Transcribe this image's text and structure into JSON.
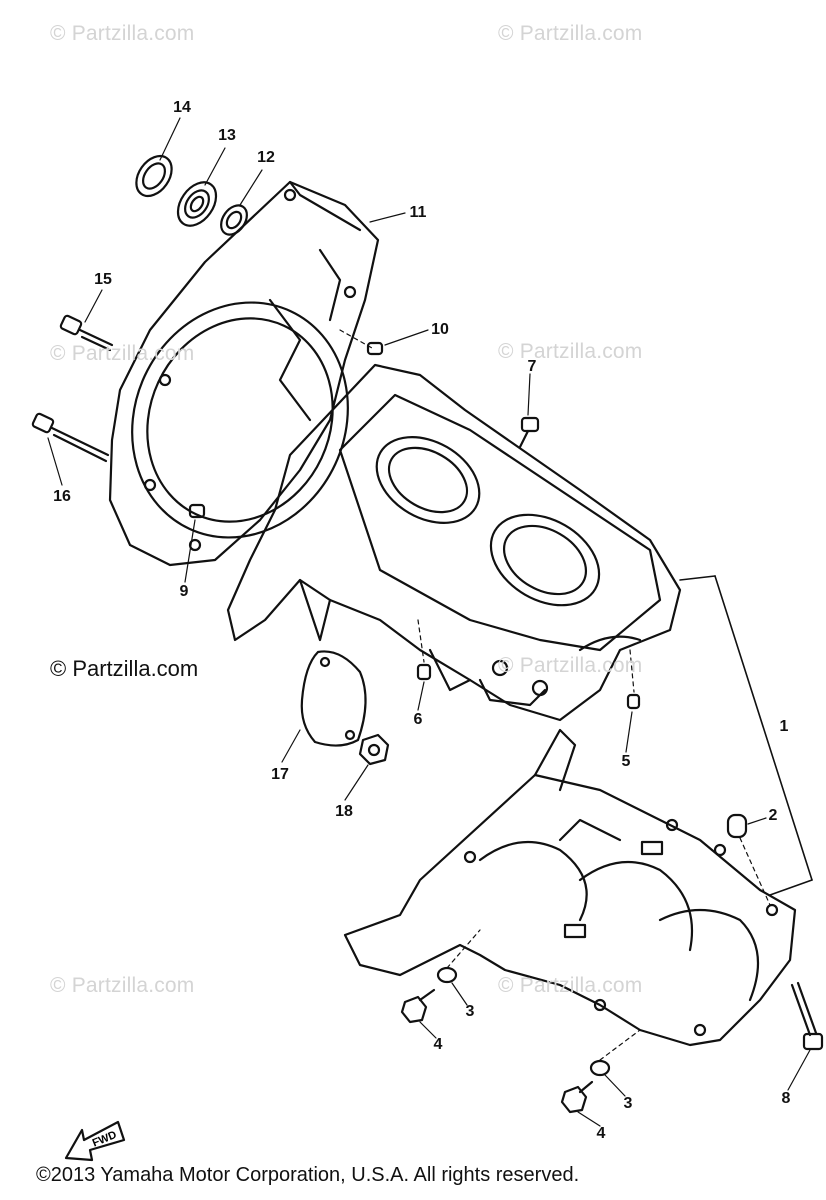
{
  "watermarks": [
    "© Partzilla.com",
    "© Partzilla.com",
    "© Partzilla.com",
    "© Partzilla.com",
    "© Partzilla.com",
    "© Partzilla.com",
    "© Partzilla.com"
  ],
  "watermark_strong": "© Partzilla.com",
  "callouts": [
    "14",
    "13",
    "12",
    "11",
    "15",
    "10",
    "7",
    "16",
    "9",
    "6",
    "5",
    "1",
    "17",
    "18",
    "2",
    "3",
    "4",
    "3",
    "4",
    "8"
  ],
  "fwd_label": "FWD",
  "copyright": "©2013 Yamaha Motor Corporation, U.S.A. All rights reserved."
}
